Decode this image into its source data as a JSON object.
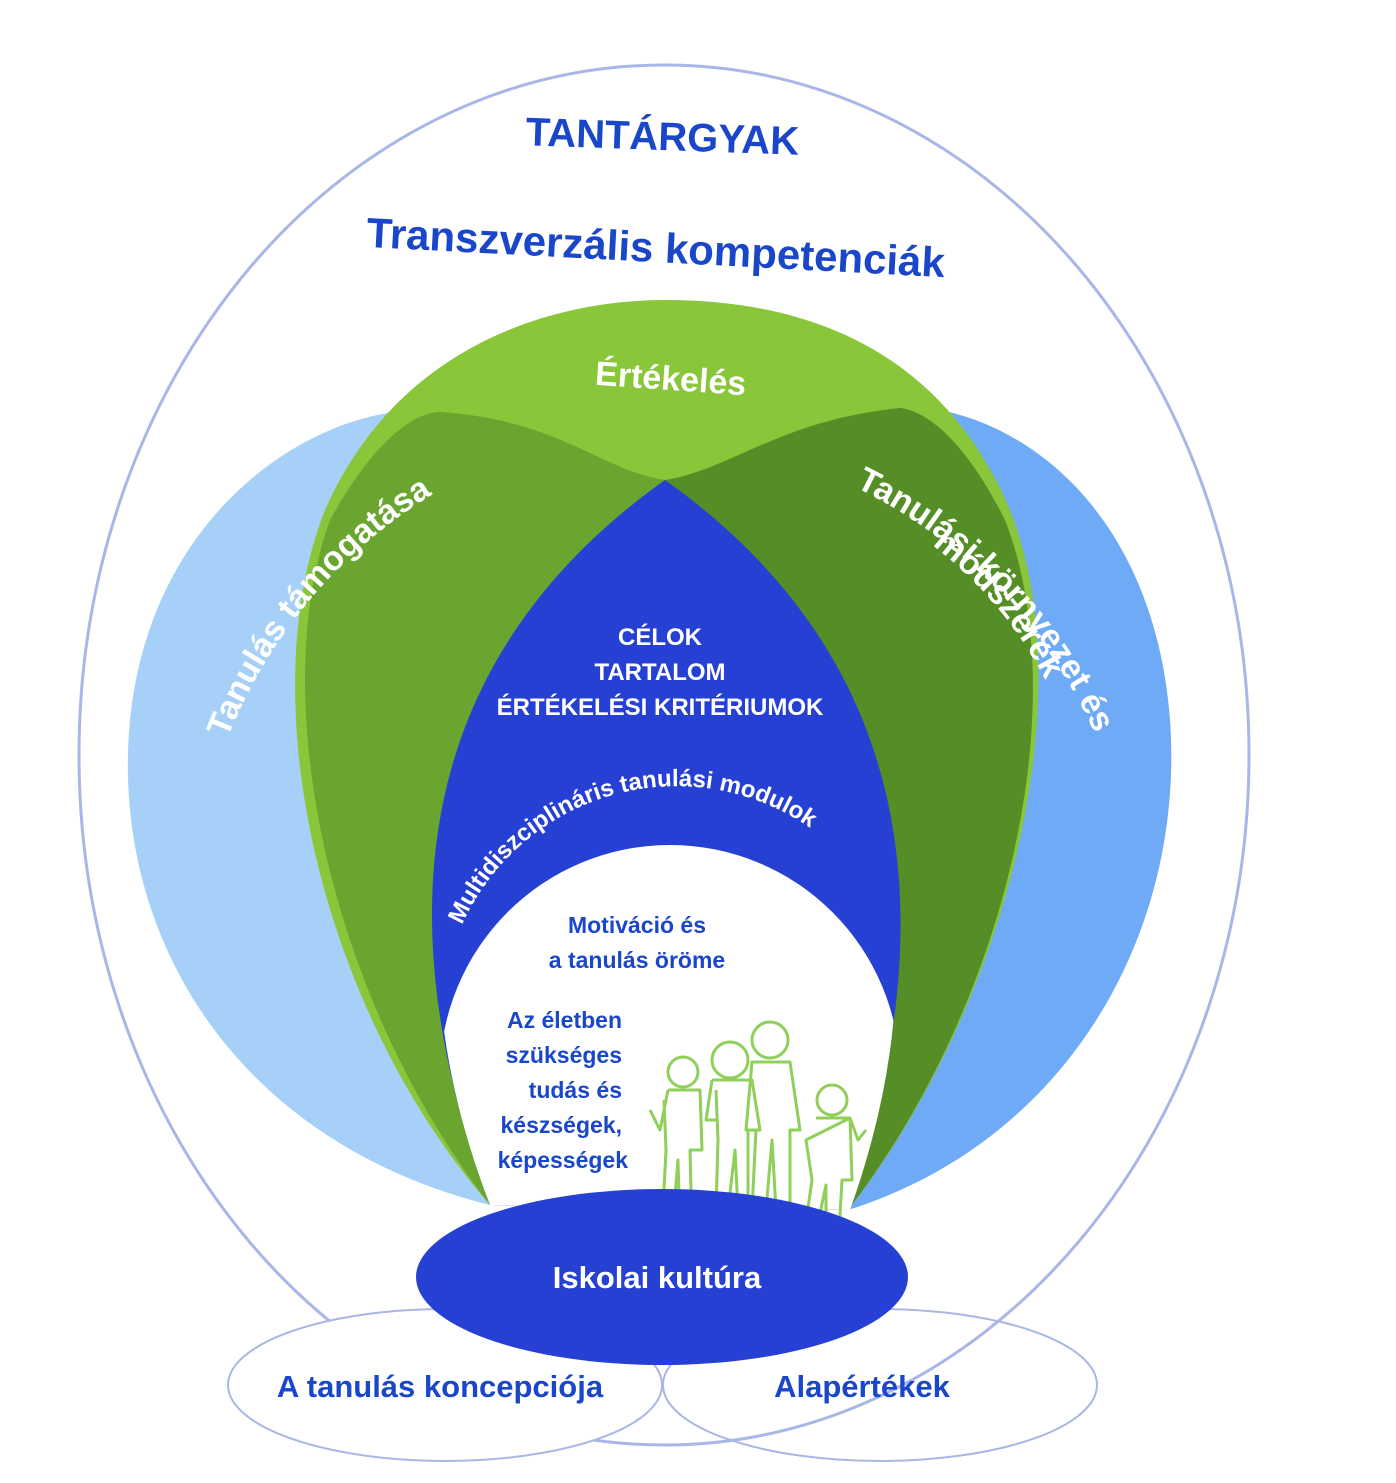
{
  "colors": {
    "outline": "#a9b6e6",
    "title_blue": "#1a47c9",
    "light_blue": "#a6d0f7",
    "right_blue": "#6eaaf5",
    "green": "#8ac63a",
    "dark_green": "#4f8a26",
    "core_blue": "#2640d3",
    "white": "#ffffff",
    "figures": "#8fcf5a"
  },
  "outer": {
    "title": "TANTÁRGYAK",
    "subtitle": "Transzverzális kompetenciák"
  },
  "petals": {
    "top": "Értékelés",
    "left": "Tanulás támogatása",
    "right_line1": "Tanulási környezet és",
    "right_line2": "módszerek"
  },
  "core": {
    "lines": [
      "CÉLOK",
      "TARTALOM",
      "ÉRTÉKELÉSI KRITÉRIUMOK"
    ],
    "arc_text": "Multidiszciplináris tanulási modulok"
  },
  "center": {
    "motivation": [
      "Motiváció és",
      "a tanulás öröme"
    ],
    "skills": [
      "Az életben",
      "szükséges",
      "tudás és",
      "készségek,",
      "képességek"
    ]
  },
  "base": {
    "culture": "Iskolai kultúra",
    "left": "A tanulás koncepciója",
    "right": "Alapértékek"
  },
  "icons": {
    "children": "children-outline-icon"
  }
}
